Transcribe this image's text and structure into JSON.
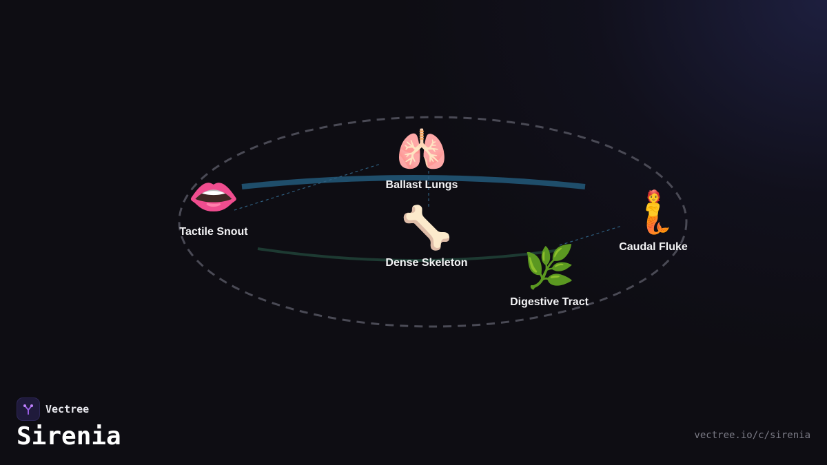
{
  "brand": {
    "name": "Vectree",
    "logo_icon": "tree-logo-icon",
    "accent": "#9b5de5"
  },
  "title": "Sirenia",
  "url": "vectree.io/c/sirenia",
  "diagram": {
    "nodes": [
      {
        "id": "tactile-snout",
        "label": "Tactile Snout",
        "icon": "lips-icon",
        "glyph": "👄"
      },
      {
        "id": "ballast-lungs",
        "label": "Ballast Lungs",
        "icon": "lungs-icon",
        "glyph": "🫁"
      },
      {
        "id": "dense-skeleton",
        "label": "Dense Skeleton",
        "icon": "bone-icon",
        "glyph": "🦴"
      },
      {
        "id": "digestive-tract",
        "label": "Digestive Tract",
        "icon": "herb-icon",
        "glyph": "🌿"
      },
      {
        "id": "caudal-fluke",
        "label": "Caudal Fluke",
        "icon": "mermaid-icon",
        "glyph": "🧜"
      }
    ],
    "colors": {
      "boundary": "#4a4a55",
      "upper_arc": "#1f4e6b",
      "lower_arc": "#1d3a32",
      "connector": "#2f5f80"
    }
  }
}
